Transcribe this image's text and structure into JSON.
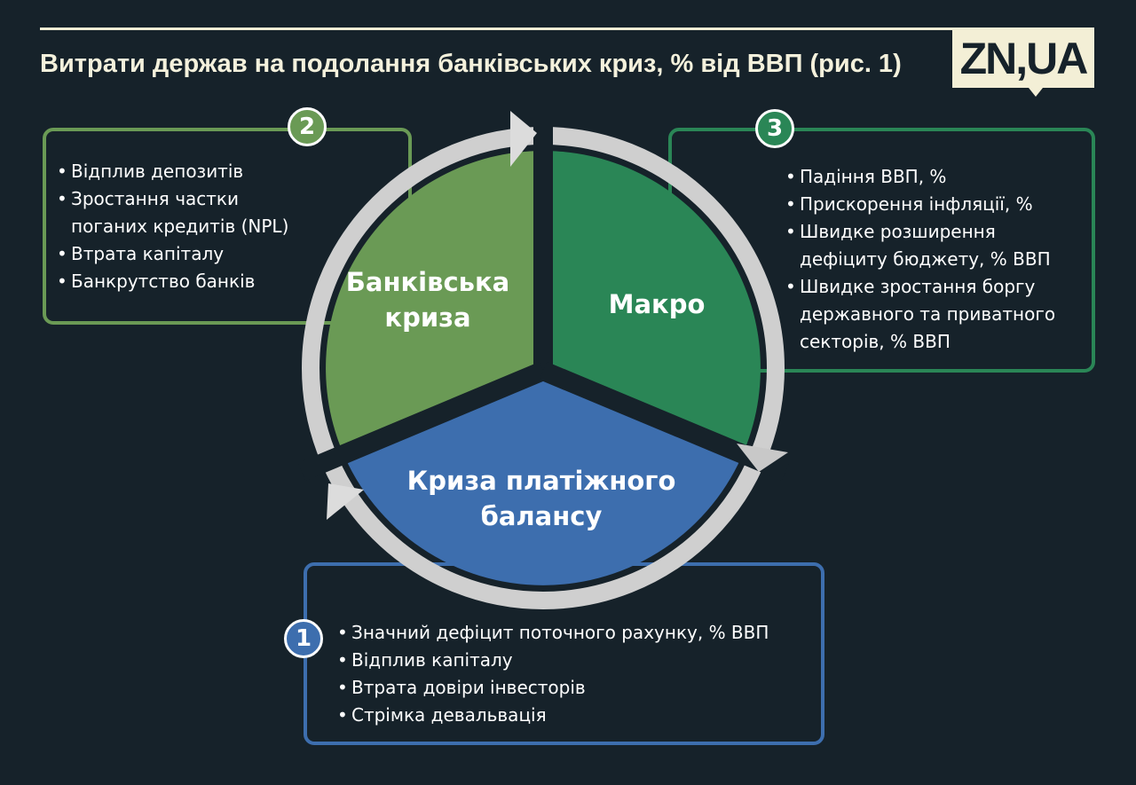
{
  "header": {
    "title": "Витрати держав на подолання банківських криз, % від ВВП (рис. 1)",
    "logo": "ZN,UA"
  },
  "colors": {
    "background": "#16222a",
    "banking": "#6a9a55",
    "macro": "#2a8656",
    "balance": "#3d6eae",
    "ring": "#cfcfcf"
  },
  "segments": {
    "banking": {
      "label_line1": "Банківська",
      "label_line2": "криза"
    },
    "macro": {
      "label": "Макро"
    },
    "balance": {
      "label_line1": "Криза платіжного",
      "label_line2": "балансу"
    }
  },
  "boxes": {
    "banking": {
      "number": "2",
      "items": [
        "Відплив депозитів",
        "Зростання частки поганих кредитів (NPL)",
        "Втрата капіталу",
        "Банкрутство банків"
      ]
    },
    "macro": {
      "number": "3",
      "items": [
        "Падіння ВВП, %",
        "Прискорення інфляції, %",
        "Швидке розширення дефіциту бюджету, % ВВП",
        "Швидке зростання боргу державного та приватного секторів, % ВВП"
      ]
    },
    "balance": {
      "number": "1",
      "items": [
        "Значний дефіцит поточного рахунку, % ВВП",
        "Відплив капіталу",
        "Втрата довіри інвесторів",
        "Стрімка девальвація"
      ]
    }
  }
}
